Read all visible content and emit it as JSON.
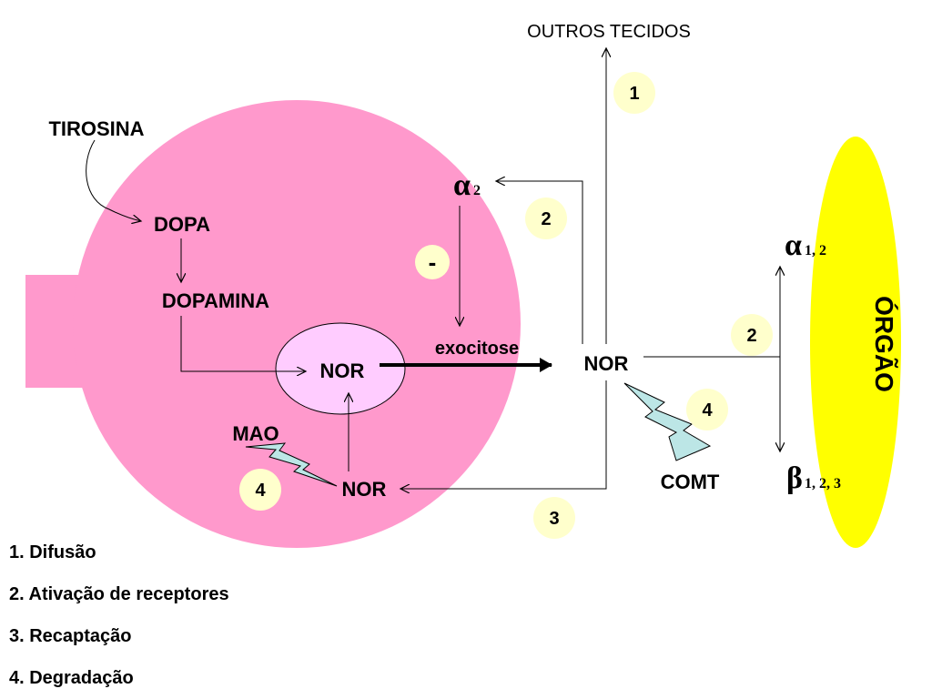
{
  "labels": {
    "tirosina": "TIROSINA",
    "dopa": "DOPA",
    "dopamina": "DOPAMINA",
    "nor_vesicle": "NOR",
    "nor_recaptured": "NOR",
    "nor_synapse": "NOR",
    "mao": "MAO",
    "comt": "COMT",
    "exocitose": "exocitose",
    "outros_tecidos": "OUTROS TECIDOS",
    "orgao": "ÓRGÃO",
    "inhibition": "-"
  },
  "receptors": {
    "alpha2": {
      "symbol": "α",
      "sub": "2"
    },
    "alpha12": {
      "symbol": "α",
      "sub": "1, 2"
    },
    "beta123": {
      "symbol": "β",
      "sub": "1, 2, 3"
    }
  },
  "badges": {
    "diffusion": "1",
    "activation_presynaptic": "2",
    "activation_postsynaptic": "2",
    "reuptake": "3",
    "degradation_comt": "4",
    "degradation_mao": "4"
  },
  "legend": [
    "1. Difusão",
    "2. Ativação de receptores",
    "3. Recaptação",
    "4. Degradação"
  ],
  "colors": {
    "neuron": "#FF99CC",
    "vesicle": "#FFCCFF",
    "organ": "#FFFF00",
    "badge": "#FFFFCC",
    "lightning": "#BCE6E6"
  }
}
